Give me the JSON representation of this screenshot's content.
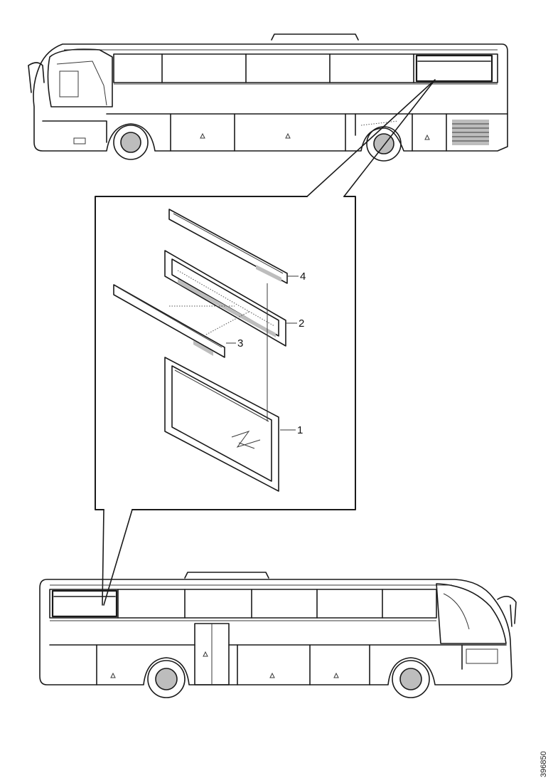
{
  "callouts": {
    "item1": "1",
    "item2": "2",
    "item3": "3",
    "item4": "4"
  },
  "drawing_code": "396850"
}
